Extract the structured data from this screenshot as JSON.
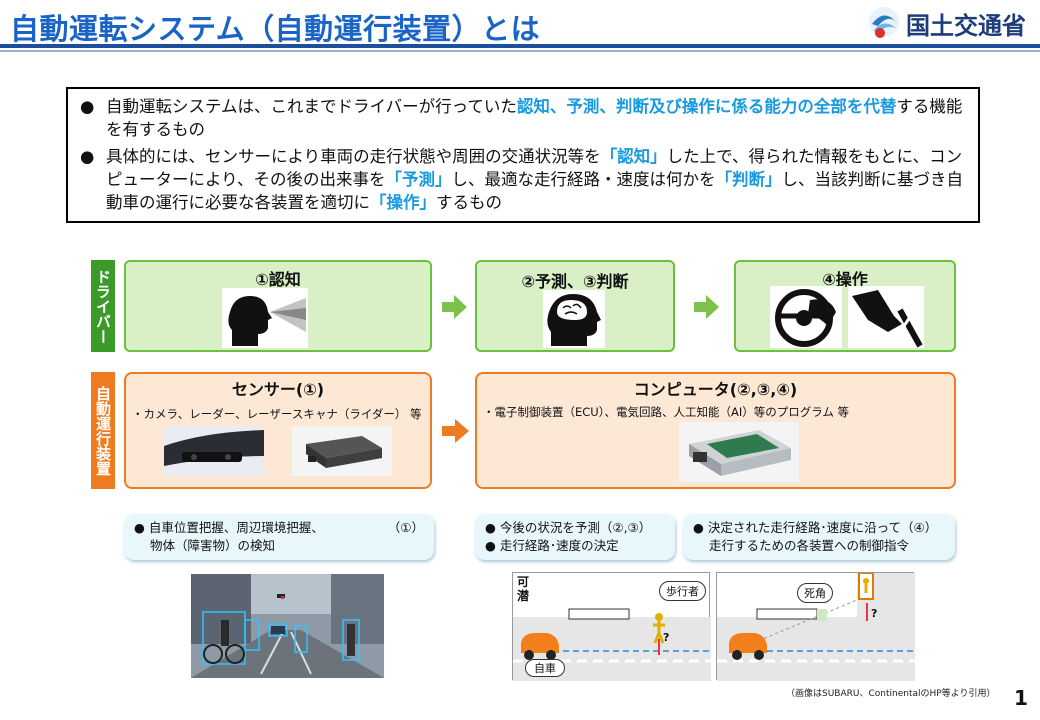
{
  "header": {
    "title": "自動運転システム（自動運行装置）とは",
    "ministry": "国土交通省"
  },
  "summary": {
    "bullet": "●",
    "p1_a": "自動運転システムは、これまでドライバーが行っていた",
    "p1_hl": "認知、予測、判断及び操作に係る能力の全部を代替",
    "p1_b": "する機能を有するもの",
    "p2_a": "具体的には、センサーにより車両の走行状態や周囲の交通状況等を",
    "p2_hl1": "「認知」",
    "p2_b": "した上で、得られた情報をもとに、コンピューターにより、その後の出来事を",
    "p2_hl2": "「予測」",
    "p2_c": "し、最適な走行経路・速度は何かを",
    "p2_hl3": "「判断」",
    "p2_d": "し、当該判断に基づき自動車の運行に必要な各装置を適切に",
    "p2_hl4": "「操作」",
    "p2_e": "するもの"
  },
  "driver": {
    "label": "ドライバー",
    "step1": "①認知",
    "step2": "②予測、③判断",
    "step3": "④操作"
  },
  "system": {
    "label": "自動運行装置",
    "sensor_title": "センサー(①)",
    "sensor_desc": "・カメラ、レーダー、レーザースキャナ（ライダー） 等",
    "computer_title": "コンピュータ(②,③,④)",
    "computer_desc": "・電子制御装置（ECU）、電気回路、人工知能（AI）等のプログラム 等"
  },
  "notes": {
    "n1_l1": "● 自車位置把握、周辺環境把握、",
    "n1_ref": "（①）",
    "n1_l2": "物体（障害物）の検知",
    "n2_l1": "● 今後の状況を予測（②,③）",
    "n2_l2": "● 走行経路･速度の決定",
    "n3_l1": "● 決定された走行経路･速度に沿って（④）",
    "n3_l2": "走行するための各装置への制御指令"
  },
  "scenario": {
    "label_top": "可",
    "label_bottom": "潜",
    "pedestrian": "歩行者",
    "own_car": "自車",
    "blind_spot": "死角",
    "question": "?"
  },
  "footnote": "（画像はSUBARU、ContinentalのHP等より引用）",
  "page_number": "1",
  "colors": {
    "title_blue": "#1a64c8",
    "highlight": "#1a9ae0",
    "green": "#3b9a2a",
    "orange": "#ef7a1f"
  }
}
